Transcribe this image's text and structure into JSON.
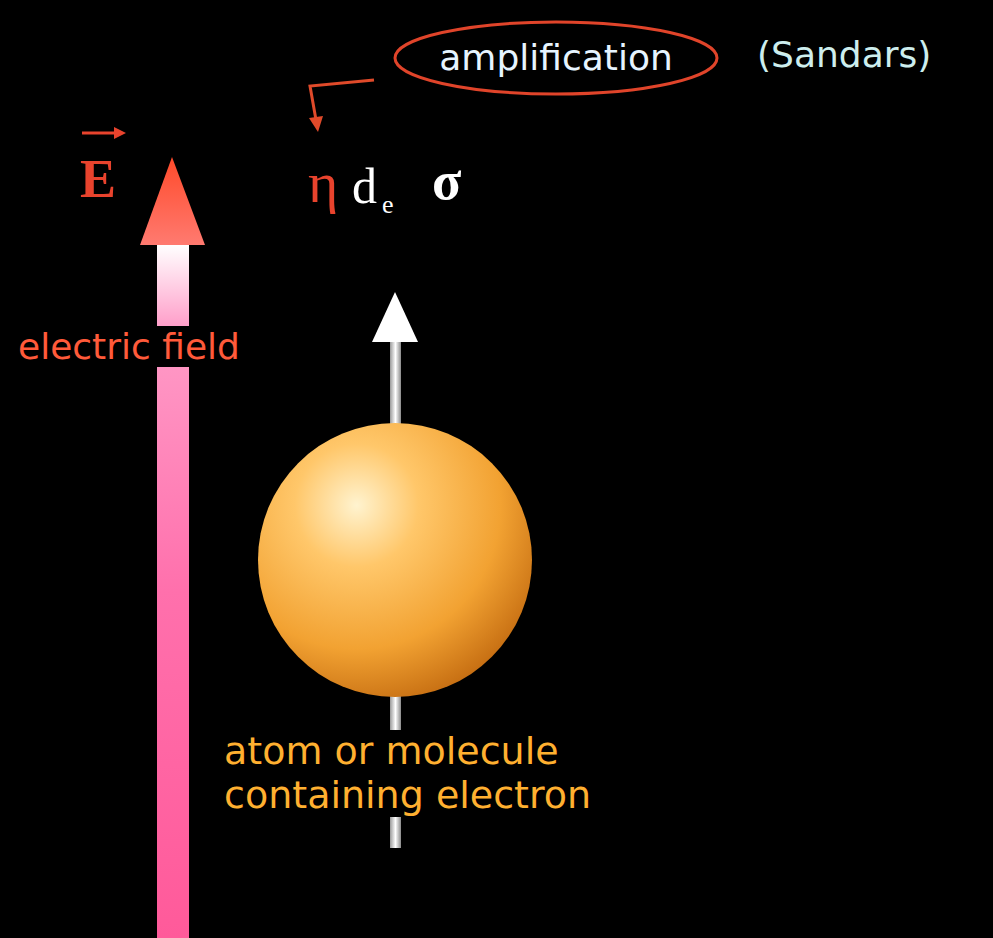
{
  "diagram": {
    "nodes": [
      {
        "text": [
          "amplification"
        ]
      }
    ],
    "labels": [
      "(Sandars)",
      "E",
      "η",
      "d",
      "e",
      "σ",
      "electric field",
      "atom or molecule containing electron"
    ]
  }
}
